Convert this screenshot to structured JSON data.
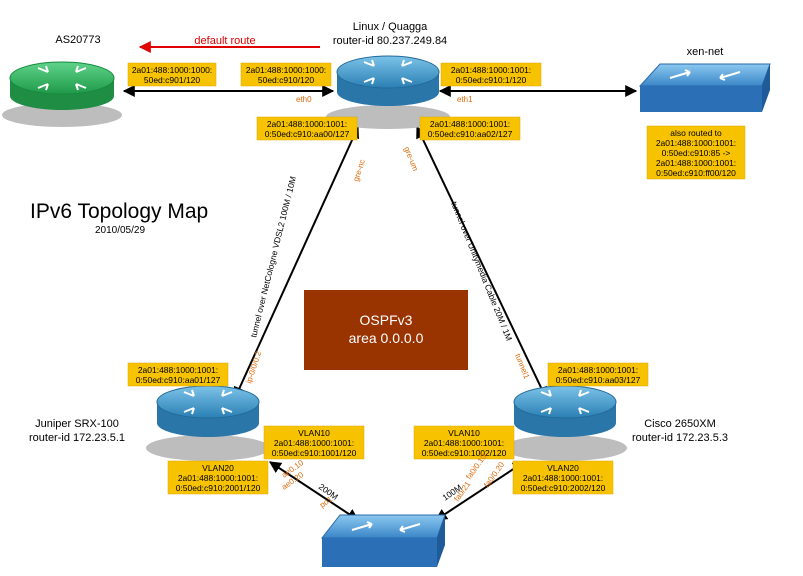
{
  "title": {
    "main": "IPv6 Topology Map",
    "date": "2010/05/29"
  },
  "ospf": {
    "line1": "OSPFv3",
    "line2": "area 0.0.0.0",
    "color": "#993300"
  },
  "colors": {
    "router_blue": "#3a8fc0",
    "router_green": "#2eb15a",
    "address_box": "#f7c300",
    "interface_label": "#e06a0a",
    "default_route_arrow": "#e00000"
  },
  "nodes": {
    "as": {
      "name": "AS20773",
      "icon": "router-icon"
    },
    "linux": {
      "name": "Linux / Quagga",
      "router_id": "router-id 80.237.249.84",
      "icon": "router-icon"
    },
    "xen": {
      "name": "xen-net",
      "icon": "switch-icon"
    },
    "juniper": {
      "name": "Juniper SRX-100",
      "router_id": "router-id 172.23.5.1",
      "icon": "router-icon"
    },
    "cisco": {
      "name": "Cisco 2650XM",
      "router_id": "router-id 172.23.5.3",
      "icon": "router-icon"
    },
    "bottom_switch": {
      "icon": "switch-icon"
    }
  },
  "default_route": "default route",
  "addresses": {
    "as_link": [
      "2a01:488:1000:1000:",
      "50ed:c901/120"
    ],
    "linux_eth0": [
      "2a01:488:1000:1000:",
      "50ed:c910/120"
    ],
    "linux_eth1": [
      "2a01:488:1000:1001:",
      "0:50ed:c910:1/120"
    ],
    "linux_gre_left": [
      "2a01:488:1000:1001:",
      "0:50ed:c910:aa00/127"
    ],
    "linux_gre_right": [
      "2a01:488:1000:1001:",
      "0:50ed:c910:aa02/127"
    ],
    "xen_routes": [
      "also routed to",
      "2a01:488:1000:1001:",
      "0:50ed:c910:85 ->",
      "2a01:488:1000:1001:",
      "0:50ed:c910:ff00/120"
    ],
    "juniper_ip": [
      "2a01:488:1000:1001:",
      "0:50ed:c910:aa01/127"
    ],
    "juniper_vlan10": [
      "VLAN10",
      "2a01:488:1000:1001:",
      "0:50ed:c910:1001/120"
    ],
    "juniper_vlan20": [
      "VLAN20",
      "2a01:488:1000:1001:",
      "0:50ed:c910:2001/120"
    ],
    "cisco_tunnel": [
      "2a01:488:1000:1001:",
      "0:50ed:c910:aa03/127"
    ],
    "cisco_vlan10": [
      "VLAN10",
      "2a01:488:1000:1001:",
      "0:50ed:c910:1002/120"
    ],
    "cisco_vlan20": [
      "VLAN20",
      "2a01:488:1000:1001:",
      "0:50ed:c910:2002/120"
    ]
  },
  "interfaces": {
    "eth0": "eth0",
    "eth1": "eth1",
    "gre_left": "gre-nc",
    "gre_right": "gre-um",
    "juniper_ip": "ip-0/0/0.2",
    "juniper_ae10": "ae0.10",
    "juniper_ae20": "ae0.20",
    "juniper_po1": "po1",
    "cisco_tunnel": "tunnel1",
    "cisco_fa10": "fa0/0.10",
    "cisco_fa20": "fa0/0.20",
    "cisco_fa21": "fa0/21"
  },
  "links": {
    "left_tunnel": "tunnel over NetCologne VDSL2  100M / 10M",
    "right_tunnel": "tunnel over Unitymedia Cable  20M / 1M",
    "juniper_switch": "200M",
    "cisco_switch": "100M"
  }
}
